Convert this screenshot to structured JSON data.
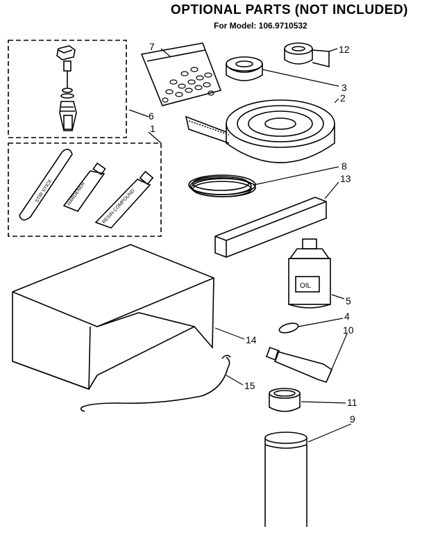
{
  "header": {
    "title": "OPTIONAL PARTS (NOT INCLUDED)",
    "subtitle": "For Model: 106.9710532"
  },
  "callouts": [
    {
      "id": "c1",
      "number": "1"
    },
    {
      "id": "c2",
      "number": "2"
    },
    {
      "id": "c3",
      "number": "3"
    },
    {
      "id": "c4",
      "number": "4"
    },
    {
      "id": "c5",
      "number": "5"
    },
    {
      "id": "c6",
      "number": "6"
    },
    {
      "id": "c7",
      "number": "7"
    },
    {
      "id": "c8",
      "number": "8"
    },
    {
      "id": "c9",
      "number": "9"
    },
    {
      "id": "c10",
      "number": "10"
    },
    {
      "id": "c11",
      "number": "11"
    },
    {
      "id": "c12",
      "number": "12"
    },
    {
      "id": "c13",
      "number": "13"
    },
    {
      "id": "c14",
      "number": "14"
    },
    {
      "id": "c15",
      "number": "15"
    }
  ],
  "part_labels": {
    "stick": "STIR STICK",
    "tube1": "HARDENER",
    "tube2": "RESIN COMPOUND",
    "oil": "OIL"
  }
}
